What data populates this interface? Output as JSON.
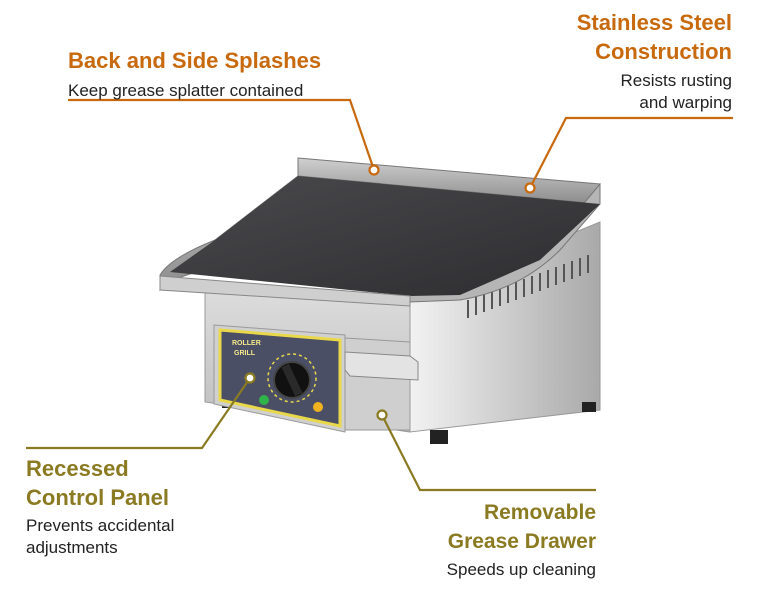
{
  "colors": {
    "orange": "#c8690e",
    "olive": "#8a7a22",
    "steel_light": "#e6e6e6",
    "steel_dark": "#8f8f8f",
    "plate": "#3a3a3d",
    "panel_border": "#e8d84a"
  },
  "callouts": {
    "back_splashes": {
      "title": "Back and Side Splashes",
      "desc": "Keep grease splatter contained"
    },
    "stainless": {
      "title_line1": "Stainless Steel",
      "title_line2": "Construction",
      "desc_line1": "Resists rusting",
      "desc_line2": "and warping"
    },
    "recessed": {
      "title_line1": "Recessed",
      "title_line2": "Control Panel",
      "desc_line1": "Prevents accidental",
      "desc_line2": "adjustments"
    },
    "drawer": {
      "title_line1": "Removable",
      "title_line2": "Grease Drawer",
      "desc": "Speeds up cleaning"
    }
  },
  "product": {
    "brand_line1": "ROLLER",
    "brand_line2": "GRILL"
  }
}
